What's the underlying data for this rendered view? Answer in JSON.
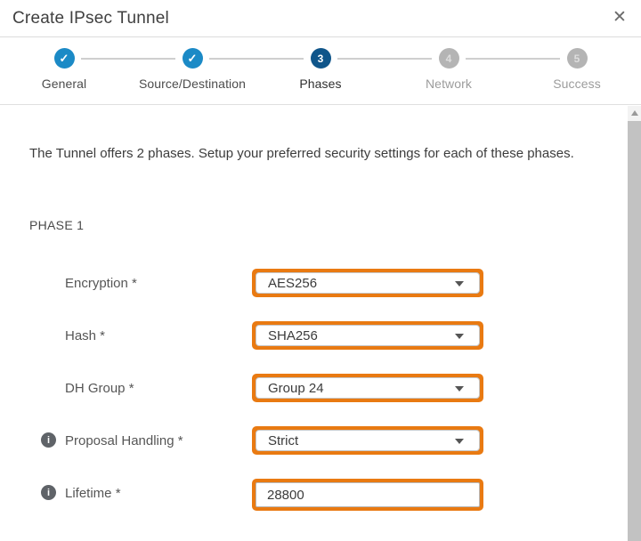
{
  "dialog": {
    "title": "Create IPsec Tunnel"
  },
  "stepper": {
    "steps": [
      {
        "label": "General",
        "state": "completed"
      },
      {
        "label": "Source/Destination",
        "state": "completed"
      },
      {
        "label": "Phases",
        "state": "active",
        "number": "3"
      },
      {
        "label": "Network",
        "state": "upcoming",
        "number": "4"
      },
      {
        "label": "Success",
        "state": "upcoming",
        "number": "5"
      }
    ]
  },
  "content": {
    "intro": "The Tunnel offers 2 phases. Setup your preferred security settings for each of these phases.",
    "phase_heading": "PHASE 1",
    "fields": [
      {
        "label": "Encryption *",
        "value": "AES256",
        "control": "dropdown"
      },
      {
        "label": "Hash *",
        "value": "SHA256",
        "control": "dropdown"
      },
      {
        "label": "DH Group *",
        "value": "Group 24",
        "control": "dropdown"
      },
      {
        "label": "Proposal Handling *",
        "value": "Strict",
        "control": "dropdown",
        "has_info": true
      },
      {
        "label": "Lifetime *",
        "value": "28800",
        "control": "text-input",
        "has_info": true
      }
    ]
  },
  "icons": {
    "close": "✕",
    "check": "✓",
    "info": "i"
  },
  "colors": {
    "accent_orange": "#E97A12",
    "step_completed_blue": "#1B8AC6",
    "step_active_navy": "#0F558A",
    "step_upcoming_gray": "#B4B4B4",
    "divider_gray": "#DCDCDC"
  }
}
